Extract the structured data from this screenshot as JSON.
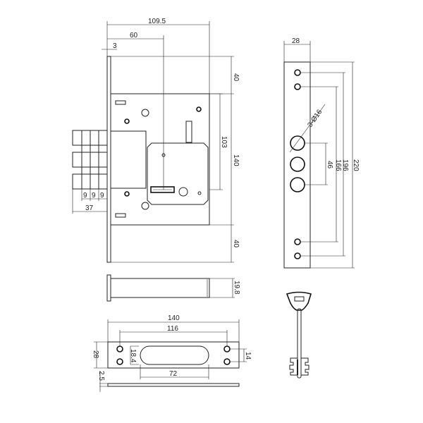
{
  "drawing": {
    "front_view": {
      "overall_width": "109.5",
      "key_center_offset": "60",
      "faceplate_thickness": "3",
      "top_margin": "40",
      "body_height": "140",
      "bottom_margin": "40",
      "center_distance": "103",
      "bolt_steps": [
        "9",
        "9",
        "9"
      ],
      "bolt_throw": "37"
    },
    "faceplate_view": {
      "width": "28",
      "holes_label": "3-Ø16",
      "hole_spacing": "46",
      "inner_screw_spacing": "166",
      "outer_screw_spacing": "196",
      "overall_length": "220"
    },
    "bolt_side_view": {
      "thickness": "19.8"
    },
    "strike_plate": {
      "length": "140",
      "screw_spacing": "116",
      "width": "28",
      "slot_height": "18.4",
      "slot_length": "72",
      "screw_pair_spacing": "14",
      "plate_thickness": "2.5"
    },
    "colors": {
      "line": "#222222",
      "background": "#ffffff"
    }
  }
}
